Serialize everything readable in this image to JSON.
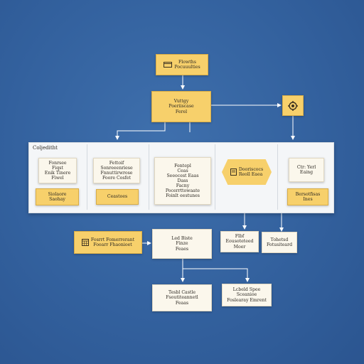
{
  "colors": {
    "background": "#33619e",
    "node_yellow": "#f7d06b",
    "node_white": "#fbf7ec",
    "panel": "#f4f6f8",
    "connector_white": "#ffffff",
    "connector_dark": "#3a4a60"
  },
  "icons": {
    "top_node": "folder-icon",
    "right_node": "gear-icon",
    "hexagon": "document-icon",
    "left_lower": "calendar-icon"
  },
  "top_node": {
    "lines": [
      "Flowths",
      "Pocuuulties"
    ]
  },
  "second_node": {
    "lines": [
      "Vuttgy",
      "Poeriiscase",
      "Ferel"
    ]
  },
  "panel": {
    "title": "Coljeditht",
    "stage1": {
      "main": {
        "lines": [
          "Fonrsee",
          "Fiqst",
          "Enik Tinere",
          "Fiwel"
        ]
      },
      "sub": {
        "lines": [
          "Siolaore",
          "Saohay"
        ]
      }
    },
    "stage2": {
      "main": {
        "lines": [
          "Fettoif",
          "Sonreeenriese",
          "Fnnuttirwrose",
          "Foore Cosfet"
        ]
      },
      "sub": {
        "lines": [
          "Ceastoes"
        ]
      }
    },
    "stage3": {
      "main": {
        "lines": [
          "Fentepl",
          "Ceas",
          "Seeocest Eaas",
          "Dass",
          "Facny",
          "Pocerrttowaate",
          "Foinlt eestunes"
        ]
      }
    },
    "stage4": {
      "hex": {
        "lines": [
          "Dooriscocs",
          "Reoll Eaea"
        ]
      }
    },
    "stage5": {
      "main": {
        "lines": [
          "Ctr: Yerl",
          "Eaing"
        ]
      },
      "sub": {
        "lines": [
          "Bersotfisas",
          "Ines"
        ]
      }
    }
  },
  "lower_left": {
    "lines": [
      "Fosrrt Fomerrerant",
      "Fooarr Fhaonioet"
    ]
  },
  "lower_center": {
    "lines": [
      "Led Biste",
      "Finze",
      "Feaes"
    ]
  },
  "lower_right_a": {
    "lines": [
      "Flbf",
      "Eousoteteed",
      "Moer"
    ]
  },
  "lower_right_b": {
    "lines": [
      "Tohetsd",
      "Fotusiteard"
    ]
  },
  "bottom_left": {
    "lines": [
      "Tesbl Castle",
      "Fsoutiteannetl",
      "Feaas"
    ]
  },
  "bottom_right": {
    "lines": [
      "Lcbeld Spee",
      "Sceanioe",
      "Foslearay Emrent"
    ]
  }
}
